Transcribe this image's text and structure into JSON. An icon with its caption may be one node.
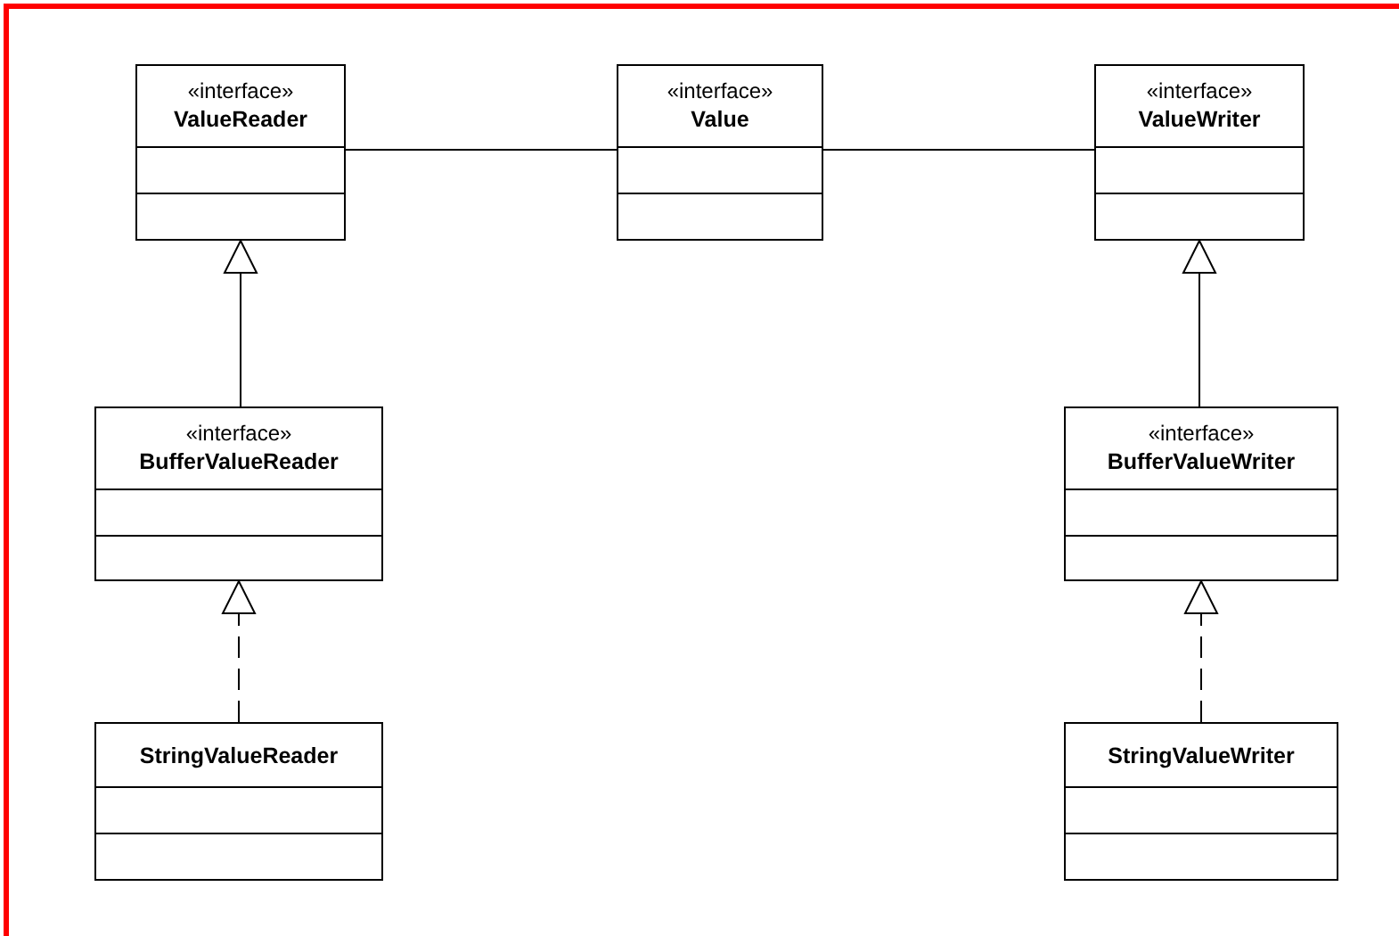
{
  "diagram": {
    "nodes": [
      {
        "text": [
          "«interface»",
          "ValueReader"
        ]
      },
      {
        "text": [
          "«interface»",
          "Value"
        ]
      },
      {
        "text": [
          "«interface»",
          "ValueWriter"
        ]
      },
      {
        "text": [
          "«interface»",
          "BufferValueReader"
        ]
      },
      {
        "text": [
          "«interface»",
          "BufferValueWriter"
        ]
      },
      {
        "text": [
          "StringValueReader"
        ]
      },
      {
        "text": [
          "StringValueWriter"
        ]
      }
    ],
    "edges": [
      {
        "from": 0,
        "to": 1,
        "arrow": "none"
      },
      {
        "from": 1,
        "to": 2,
        "arrow": "none"
      },
      {
        "from": 3,
        "to": 0,
        "arrow": "to"
      },
      {
        "from": 4,
        "to": 2,
        "arrow": "to"
      },
      {
        "from": 5,
        "to": 3,
        "arrow": "to",
        "style": "dashed"
      },
      {
        "from": 6,
        "to": 4,
        "arrow": "to",
        "style": "dashed"
      }
    ]
  }
}
